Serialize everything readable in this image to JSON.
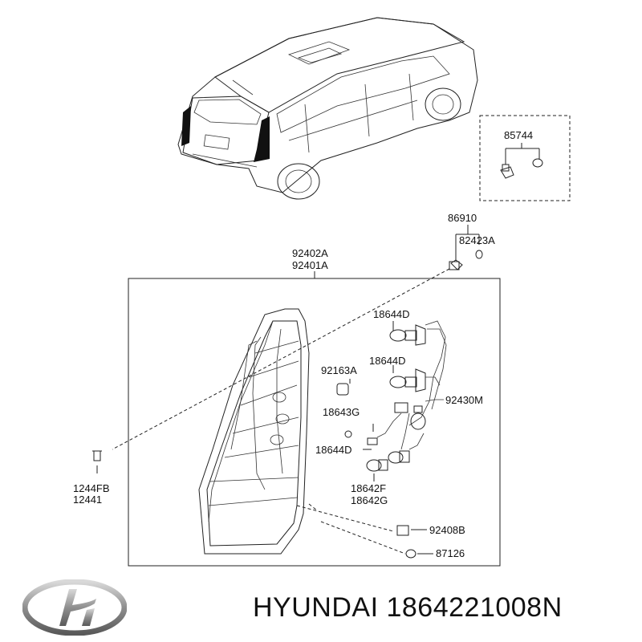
{
  "labels": {
    "p85744": "85744",
    "p86910": "86910",
    "p82423A": "82423A",
    "p92402A": "92402A",
    "p92401A": "92401A",
    "p18644D_1": "18644D",
    "p18644D_2": "18644D",
    "p92163A": "92163A",
    "p92430M": "92430M",
    "p18643G": "18643G",
    "p18644D_3": "18644D",
    "p1244FB": "1244FB",
    "p12441": "12441",
    "p18642F": "18642F",
    "p18642G": "18642G",
    "p92408B": "92408B",
    "p87126": "87126"
  },
  "footer": {
    "brand": "HYUNDAI",
    "part_number": "1864221008N"
  },
  "colors": {
    "line": "#222222",
    "background": "#ffffff",
    "logo_silver": "#9a9a9a"
  }
}
